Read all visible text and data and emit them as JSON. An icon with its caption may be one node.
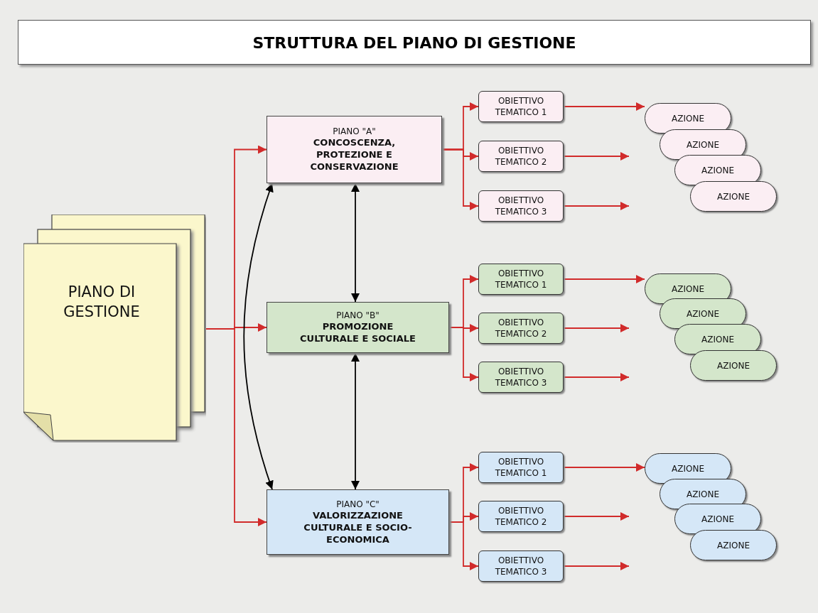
{
  "diagram": {
    "title": "STRUTTURA DEL PIANO DI GESTIONE",
    "nodes": [
      {
        "text": [
          "PIANO DI GESTIONE"
        ]
      },
      {
        "text": [
          "PIANO \"A\"",
          "CONCOSCENZA, PROTEZIONE E CONSERVAZIONE"
        ]
      },
      {
        "text": [
          "OBIETTIVO TEMATICO 1"
        ]
      },
      {
        "text": [
          "OBIETTIVO TEMATICO 2"
        ]
      },
      {
        "text": [
          "OBIETTIVO TEMATICO 3"
        ]
      },
      {
        "text": [
          "AZIONE"
        ]
      },
      {
        "text": [
          "AZIONE"
        ]
      },
      {
        "text": [
          "AZIONE"
        ]
      },
      {
        "text": [
          "AZIONE"
        ]
      },
      {
        "text": [
          "PIANO \"B\"",
          "PROMOZIONE CULTURALE E SOCIALE"
        ]
      },
      {
        "text": [
          "OBIETTIVO TEMATICO 1"
        ]
      },
      {
        "text": [
          "OBIETTIVO TEMATICO 2"
        ]
      },
      {
        "text": [
          "OBIETTIVO TEMATICO 3"
        ]
      },
      {
        "text": [
          "AZIONE"
        ]
      },
      {
        "text": [
          "AZIONE"
        ]
      },
      {
        "text": [
          "AZIONE"
        ]
      },
      {
        "text": [
          "AZIONE"
        ]
      },
      {
        "text": [
          "PIANO \"C\"",
          "VALORIZZAZIONE CULTURALE E SOCIO-ECONOMICA"
        ]
      },
      {
        "text": [
          "OBIETTIVO TEMATICO 1"
        ]
      },
      {
        "text": [
          "OBIETTIVO TEMATICO 2"
        ]
      },
      {
        "text": [
          "OBIETTIVO TEMATICO 3"
        ]
      },
      {
        "text": [
          "AZIONE"
        ]
      },
      {
        "text": [
          "AZIONE"
        ]
      },
      {
        "text": [
          "AZIONE"
        ]
      },
      {
        "text": [
          "AZIONE"
        ]
      }
    ],
    "edges": [
      {
        "from": 0,
        "to": 1,
        "arrow": "to"
      },
      {
        "from": 0,
        "to": 9,
        "arrow": "to"
      },
      {
        "from": 0,
        "to": 17,
        "arrow": "to"
      },
      {
        "from": 1,
        "to": 9,
        "arrow": "both",
        "color": "#000000"
      },
      {
        "from": 9,
        "to": 17,
        "arrow": "both",
        "color": "#000000"
      },
      {
        "from": 1,
        "to": 17,
        "arrow": "both",
        "color": "#000000"
      },
      {
        "from": 1,
        "to": 2,
        "arrow": "to"
      },
      {
        "from": 1,
        "to": 3,
        "arrow": "to"
      },
      {
        "from": 1,
        "to": 4,
        "arrow": "to"
      },
      {
        "from": 9,
        "to": 10,
        "arrow": "to"
      },
      {
        "from": 9,
        "to": 11,
        "arrow": "to"
      },
      {
        "from": 9,
        "to": 12,
        "arrow": "to"
      },
      {
        "from": 17,
        "to": 18,
        "arrow": "to"
      },
      {
        "from": 17,
        "to": 19,
        "arrow": "to"
      },
      {
        "from": 17,
        "to": 20,
        "arrow": "to"
      },
      {
        "from": 2,
        "to": 5,
        "arrow": "to"
      },
      {
        "from": 3,
        "to": null,
        "arrow": "to"
      },
      {
        "from": 4,
        "to": null,
        "arrow": "to"
      },
      {
        "from": 10,
        "to": 13,
        "arrow": "to"
      },
      {
        "from": 11,
        "to": null,
        "arrow": "to"
      },
      {
        "from": 12,
        "to": null,
        "arrow": "to"
      },
      {
        "from": 18,
        "to": 21,
        "arrow": "to"
      },
      {
        "from": 19,
        "to": null,
        "arrow": "to"
      },
      {
        "from": 20,
        "to": null,
        "arrow": "to"
      }
    ]
  }
}
